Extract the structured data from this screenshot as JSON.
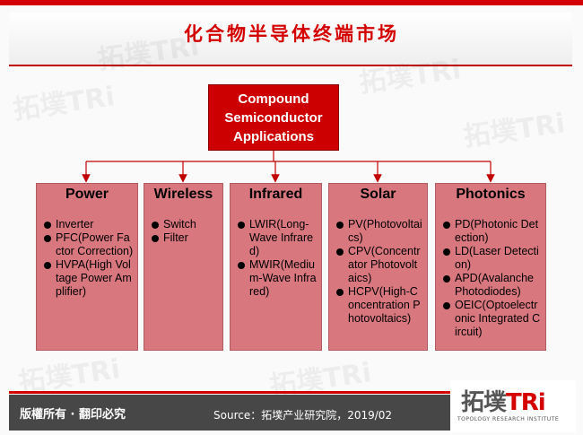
{
  "slide": {
    "title": "化合物半导体终端市场",
    "watermark_text": "拓墣TRi",
    "root": "Compound\nSemiconductor\nApplications",
    "categories": [
      {
        "title": "Power",
        "items": [
          "Inverter",
          "PFC(Power Factor Correction)",
          "HVPA(High Voltage Power Amplifier)"
        ]
      },
      {
        "title": "Wireless",
        "items": [
          "Switch",
          "Filter"
        ]
      },
      {
        "title": "Infrared",
        "items": [
          "LWIR(Long-Wave Infrared)",
          "MWIR(Medium-Wave Infrared)"
        ]
      },
      {
        "title": "Solar",
        "items": [
          "PV(Photovoltaics)",
          "CPV(Concentrator Photovoltaics)",
          "HCPV(High-Concentration Photovoltaics)"
        ]
      },
      {
        "title": "Photonics",
        "items": [
          "PD(Photonic Detection)",
          "LD(Laser Detection)",
          "APD(Avalanche Photodiodes)",
          "OEIC(Optoelectronic Integrated Circuit)"
        ]
      }
    ]
  },
  "footer": {
    "copyright": "版權所有 · 翻印必究",
    "source": "Source：拓墣产业研究院，2019/02"
  },
  "logo": {
    "main_left": "拓墣",
    "main_right": "TRi",
    "subtitle": "TOPOLOGY RESEARCH INSTITUTE"
  },
  "colors": {
    "accent": "#d40000",
    "category_fill": "#d9777f",
    "footer": "#474747"
  }
}
